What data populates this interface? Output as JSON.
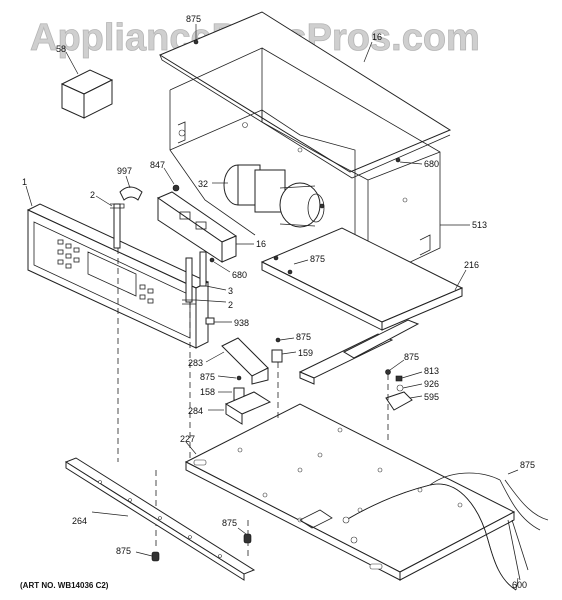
{
  "watermark": "AppliancePartsPros.com",
  "art_number": "(ART NO. WB14036 C2)",
  "callouts": {
    "c1": "1",
    "c2a": "2",
    "c2b": "2",
    "c3": "3",
    "c16a": "16",
    "c16b": "16",
    "c32": "32",
    "c58": "58",
    "c158": "158",
    "c159": "159",
    "c216": "216",
    "c227": "227",
    "c264": "264",
    "c283": "283",
    "c284": "284",
    "c513": "513",
    "c595": "595",
    "c600": "600",
    "c680a": "680",
    "c680b": "680",
    "c813": "813",
    "c847": "847",
    "c926": "926",
    "c938": "938",
    "c997": "997",
    "c875a": "875",
    "c875b": "875",
    "c875c": "875",
    "c875d": "875",
    "c875e": "875",
    "c875f": "875",
    "c875g": "875",
    "c875h": "875"
  }
}
